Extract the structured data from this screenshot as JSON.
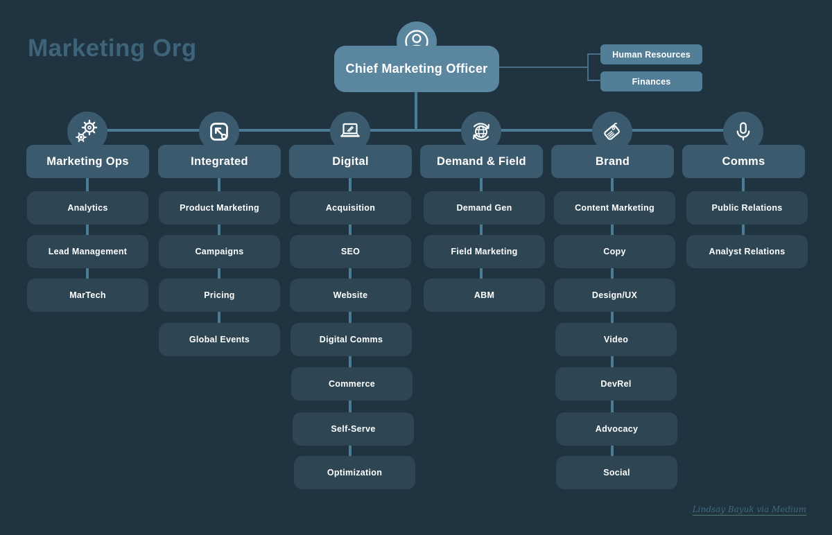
{
  "title": "Marketing Org",
  "root": {
    "label": "Chief Marketing Officer",
    "icon": "user-icon"
  },
  "side_nodes": [
    {
      "label": "Human Resources"
    },
    {
      "label": "Finances"
    }
  ],
  "departments": [
    {
      "label": "Marketing Ops",
      "icon": "gears-icon",
      "children": [
        "Analytics",
        "Lead Management",
        "MarTech"
      ]
    },
    {
      "label": "Integrated",
      "icon": "arrow-box-icon",
      "children": [
        "Product Marketing",
        "Campaigns",
        "Pricing",
        "Global Events"
      ]
    },
    {
      "label": "Digital",
      "icon": "laptop-pencil-icon",
      "children": [
        "Acquisition",
        "SEO",
        "Website",
        "Digital Comms",
        "Commerce",
        "Self-Serve",
        "Optimization"
      ]
    },
    {
      "label": "Demand & Field",
      "icon": "globe-sync-icon",
      "children": [
        "Demand Gen",
        "Field Marketing",
        "ABM"
      ]
    },
    {
      "label": "Brand",
      "icon": "tag-icon",
      "children": [
        "Content Marketing",
        "Copy",
        "Design/UX",
        "Video",
        "DevRel",
        "Advocacy",
        "Social"
      ]
    },
    {
      "label": "Comms",
      "icon": "microphone-icon",
      "children": [
        "Public Relations",
        "Analyst Relations"
      ]
    }
  ],
  "attribution": {
    "label": "Lindsay Bayuk via Medium"
  },
  "colors": {
    "background": "#1f3341",
    "root_box": "#5b86a0",
    "side_box": "#537e98",
    "department_box": "#3c5a6d",
    "child_box": "#2e4654",
    "connector": "#4c7b94",
    "title_text": "#3f6479",
    "node_text": "#ffffff"
  }
}
